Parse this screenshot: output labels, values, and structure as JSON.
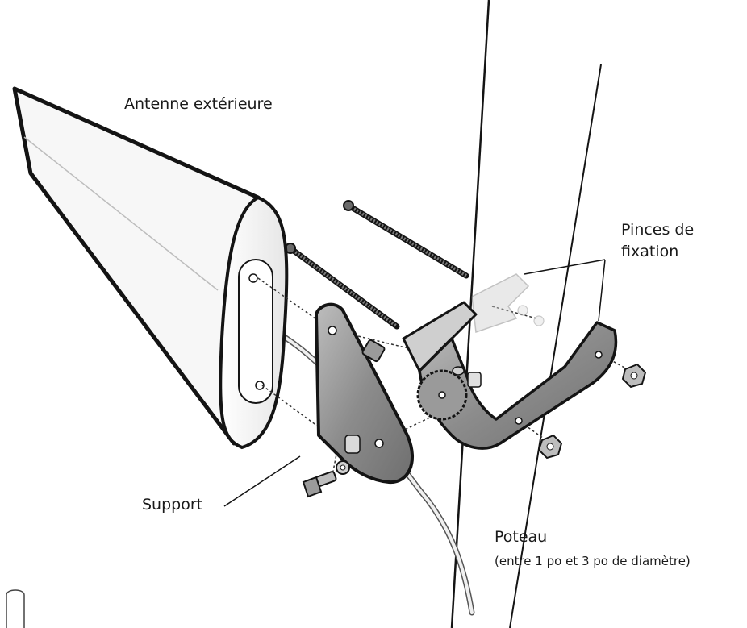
{
  "labels": {
    "antenna": "Antenne extérieure",
    "clamps_line1": "Pinces de",
    "clamps_line2": "fixation",
    "support": "Support",
    "pole": "Poteau",
    "pole_note": "(entre 1 po et 3 po de diamètre)"
  },
  "colors": {
    "outline": "#141414",
    "metal_dark": "#8c8c8c",
    "metal_light": "#cfcfcf",
    "antenna_face": "#f4f4f4",
    "guide_line": "#333333"
  }
}
